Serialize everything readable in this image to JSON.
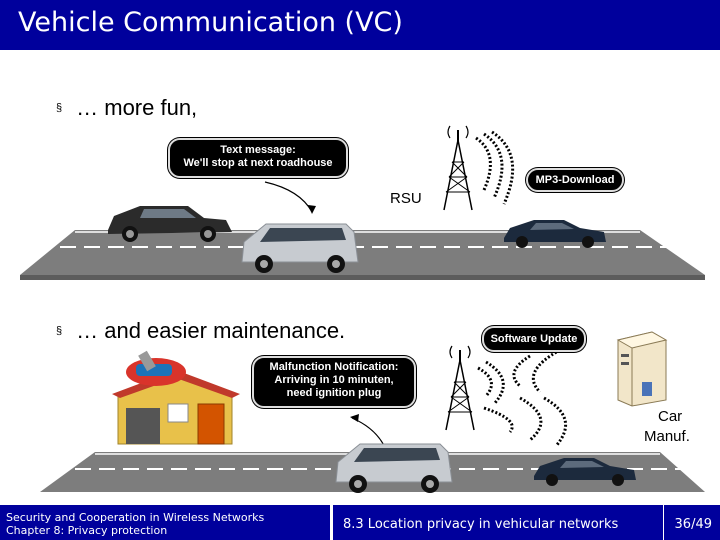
{
  "slide": {
    "title": "Vehicle Communication (VC)",
    "bullet1": "… more fun,",
    "bullet2": "… and easier maintenance.",
    "bullet_mark": "§"
  },
  "scene1": {
    "text_bubble_line1": "Text message:",
    "text_bubble_line2": "We'll stop at next roadhouse",
    "mp3_label": "MP3-Download",
    "rsu_label": "RSU"
  },
  "scene2": {
    "software_update_label": "Software Update",
    "malfunction_line1": "Malfunction Notification:",
    "malfunction_line2": "Arriving in 10 minuten,",
    "malfunction_line3": "need ignition plug",
    "car_manuf_line1": "Car",
    "car_manuf_line2": "Manuf."
  },
  "footer": {
    "course_line1": "Security and Cooperation in Wireless Networks",
    "course_line2": "Chapter 8: Privacy protection",
    "section": "8.3 Location privacy in vehicular networks",
    "page": "36/49"
  },
  "colors": {
    "title_bar": "#00009c",
    "road": "#7b7b7b",
    "bubble": "#000000",
    "signal": "#000000"
  }
}
